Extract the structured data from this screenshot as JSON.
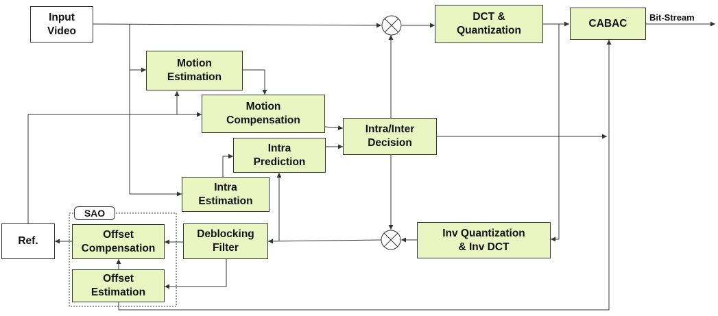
{
  "colors": {
    "block_fill": "#eaf6c1",
    "io_fill": "#ffffff",
    "border": "#333333",
    "line": "#333333"
  },
  "blocks": {
    "input_video": {
      "line1": "Input",
      "line2": "Video"
    },
    "dct_quant": {
      "line1": "DCT &",
      "line2": "Quantization"
    },
    "cabac": {
      "line1": "CABAC"
    },
    "motion_est": {
      "line1": "Motion",
      "line2": "Estimation"
    },
    "motion_comp": {
      "line1": "Motion",
      "line2": "Compensation"
    },
    "intra_inter": {
      "line1": "Intra/Inter",
      "line2": "Decision"
    },
    "intra_pred": {
      "line1": "Intra",
      "line2": "Prediction"
    },
    "intra_est": {
      "line1": "Intra",
      "line2": "Estimation"
    },
    "deblocking": {
      "line1": "Deblocking",
      "line2": "Filter"
    },
    "inv_quant": {
      "line1": "Inv Quantization",
      "line2": "& Inv DCT"
    },
    "ref": {
      "line1": "Ref."
    },
    "offset_comp": {
      "line1": "Offset",
      "line2": "Compensation"
    },
    "offset_est": {
      "line1": "Offset",
      "line2": "Estimation"
    }
  },
  "labels": {
    "sao": "SAO",
    "bitstream": "Bit-Stream"
  }
}
